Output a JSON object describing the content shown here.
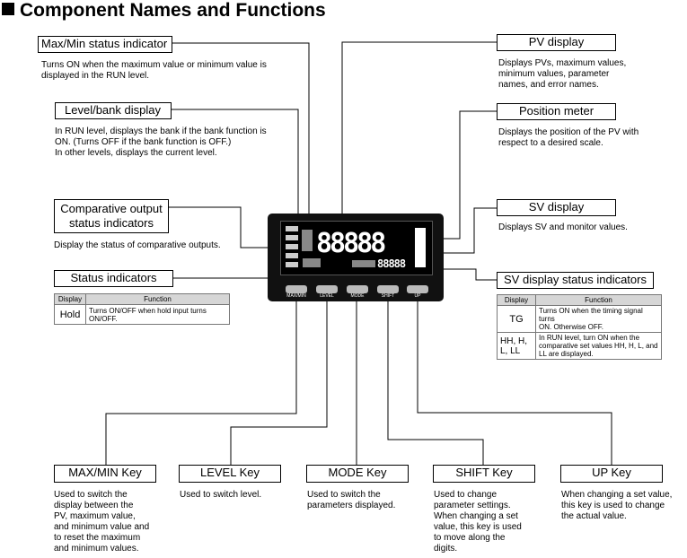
{
  "title": "Component Names and Functions",
  "left": {
    "maxmin": {
      "label": "Max/Min status indicator",
      "desc": [
        "Turns ON when the maximum value or minimum value is",
        "displayed in the RUN level."
      ]
    },
    "levelbank": {
      "label": "Level/bank display",
      "desc": [
        "In RUN level, displays the bank if the bank function is",
        "ON. (Turns OFF if the bank function is OFF.)",
        "In other levels, displays the current level."
      ]
    },
    "comparative": {
      "label": [
        "Comparative output",
        "status indicators"
      ],
      "desc": [
        "Display the status of comparative outputs."
      ]
    },
    "status": {
      "label": "Status indicators",
      "table": {
        "head": [
          "Display",
          "Function"
        ],
        "rows": [
          {
            "display": "Hold",
            "function": [
              "Turns ON/OFF when hold input turns",
              "ON/OFF."
            ]
          }
        ]
      }
    }
  },
  "right": {
    "pv": {
      "label": "PV display",
      "desc": [
        "Displays PVs, maximum values,",
        "minimum values, parameter",
        "names, and error names."
      ]
    },
    "position": {
      "label": "Position meter",
      "desc": [
        "Displays the position of the PV with",
        "respect to a desired scale."
      ]
    },
    "sv": {
      "label": "SV display",
      "desc": [
        "Displays SV and monitor values."
      ]
    },
    "svstatus": {
      "label": "SV display status indicators",
      "table": {
        "head": [
          "Display",
          "Function"
        ],
        "rows": [
          {
            "display": [
              "TG"
            ],
            "function": [
              "Turns ON when the timing signal turns",
              "ON. Otherwise OFF."
            ]
          },
          {
            "display": [
              "HH, H,",
              "L, LL"
            ],
            "function": [
              "In RUN level, turn ON when the",
              "comparative set values HH, H, L, and",
              "LL are displayed."
            ]
          }
        ]
      }
    }
  },
  "device": {
    "pv_digits": "88888",
    "sv_digits": "88888",
    "keys": [
      "MAX/MIN",
      "LEVEL",
      "MODE",
      "SHIFT",
      "UP"
    ]
  },
  "keys": [
    {
      "label": "MAX/MIN Key",
      "desc": [
        "Used to switch the",
        "display between the",
        "PV, maximum value,",
        "and minimum value and",
        "to reset the maximum",
        "and minimum values."
      ]
    },
    {
      "label": "LEVEL Key",
      "desc": [
        "Used to switch level."
      ]
    },
    {
      "label": "MODE Key",
      "desc": [
        "Used to switch the",
        "parameters displayed."
      ]
    },
    {
      "label": "SHIFT Key",
      "desc": [
        "Used to change",
        "parameter settings.",
        "When changing a set",
        "value, this key is used",
        "to move along the",
        "digits."
      ]
    },
    {
      "label": "UP Key",
      "desc": [
        "When changing a set value,",
        "this key is used to change",
        "the actual value."
      ]
    }
  ]
}
